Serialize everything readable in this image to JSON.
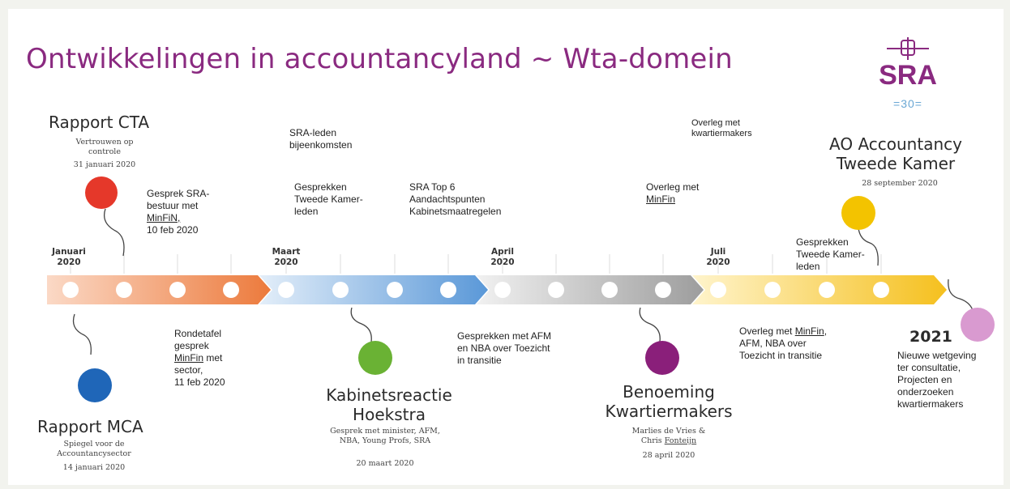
{
  "title": "Ontwikkelingen in accountancyland ~ Wta-domein",
  "logo": {
    "text": "SRA",
    "sub": "=30="
  },
  "months": [
    {
      "name": "Januari",
      "year": "2020"
    },
    {
      "name": "Maart",
      "year": "2020"
    },
    {
      "name": "April",
      "year": "2020"
    },
    {
      "name": "Juli",
      "year": "2020"
    }
  ],
  "milestones": {
    "cta": {
      "title": "Rapport CTA",
      "sub1": "Vertrouwen op",
      "sub2": "controle",
      "date": "31 januari 2020",
      "color": "#e5382a"
    },
    "mca": {
      "title": "Rapport MCA",
      "sub1": "Spiegel voor de",
      "sub2": "Accountancysector",
      "date": "14 januari 2020",
      "color": "#1f66b8"
    },
    "kabinet": {
      "title1": "Kabinetsreactie",
      "title2": "Hoekstra",
      "sub1": "Gesprek met minister, AFM,",
      "sub2": "NBA, Young Profs, SRA",
      "date": "20 maart 2020",
      "color": "#6ab234"
    },
    "benoeming": {
      "title1": "Benoeming",
      "title2": "Kwartiermakers",
      "sub1": "Marlies de Vries &",
      "sub2a": "Chris ",
      "sub2b": "Fonteijn",
      "date": "28 april 2020",
      "color": "#8a1f7a"
    },
    "ao": {
      "title1": "AO Accountancy",
      "title2": "Tweede Kamer",
      "date": "28 september 2020",
      "color": "#f3c300"
    },
    "y2021": {
      "title": "2021",
      "l1": "Nieuwe wetgeving",
      "l2": "ter consultatie,",
      "l3": "Projecten en",
      "l4": "onderzoeken",
      "l5": "kwartiermakers",
      "color": "#d99ad0"
    }
  },
  "notes": {
    "gesprek_sra": {
      "l1": "Gesprek SRA-",
      "l2": "bestuur met",
      "l3": "MinFiN,",
      "l4": "10 feb 2020"
    },
    "sra_leden": {
      "l1": "SRA-leden",
      "l2": "bijeenkomsten"
    },
    "gesprekken_tk": {
      "l1": "Gesprekken",
      "l2": "Tweede Kamer-",
      "l3": "leden"
    },
    "top6": {
      "l1": "SRA Top 6",
      "l2": "Aandachtspunten",
      "l3": "Kabinetsmaatregelen"
    },
    "overleg_kwartier": {
      "l1": "Overleg met",
      "l2": "kwartiermakers"
    },
    "overleg_minfin": {
      "l1": "Overleg met",
      "l2": "MinFin"
    },
    "gesprekken_tk2": {
      "l1": "Gesprekken",
      "l2": "Tweede Kamer-",
      "l3": "leden"
    },
    "rondetafel": {
      "l1": "Rondetafel",
      "l2": "gesprek",
      "l3": "MinFin",
      "l3b": " met",
      "l4": "sector,",
      "l5": "11 feb 2020"
    },
    "afm_nba": {
      "l1": "Gesprekken met AFM",
      "l2": "en NBA over Toezicht",
      "l3": "in transitie"
    },
    "overleg_afm": {
      "l1a": "Overleg met ",
      "l1b": "MinFin",
      "l1c": ",",
      "l2": "AFM, NBA over",
      "l3": "Toezicht in transitie"
    }
  },
  "colors": {
    "accent": "#8a2a80",
    "arrow1": "#ef8a55",
    "arrow2": "#6aa4dc",
    "arrow3": "#a9a9a9",
    "arrow4": "#f6c52a"
  }
}
